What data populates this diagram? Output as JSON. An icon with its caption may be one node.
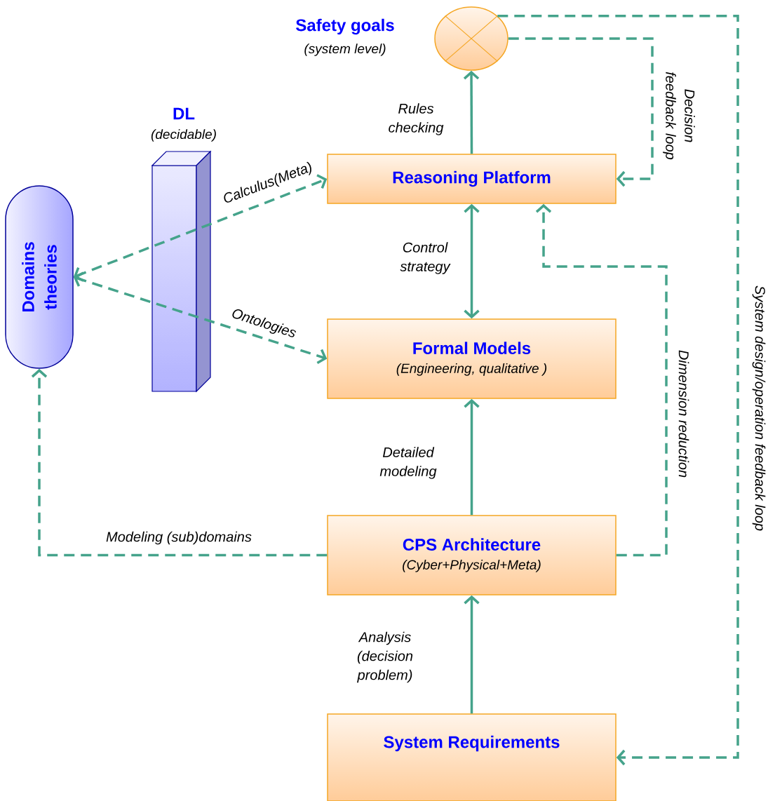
{
  "diagram": {
    "nodes": [
      {
        "text": [
          "Safety goals",
          "(system level)"
        ]
      },
      {
        "text": [
          "Domains theories"
        ]
      },
      {
        "text": [
          "Reasoning Platform"
        ]
      },
      {
        "text": [
          "Formal Models",
          "(Engineering, qualitative )"
        ]
      },
      {
        "text": [
          "CPS Architecture",
          "(Cyber+Physical+Meta)"
        ]
      },
      {
        "text": [
          "System Requirements"
        ]
      }
    ],
    "edges": [
      {
        "from": 2,
        "to": 0,
        "arrow": "to",
        "label": "Rules checking"
      },
      {
        "from": 2,
        "to": 3,
        "arrow": "both",
        "label": "Control strategy"
      },
      {
        "from": 4,
        "to": 3,
        "arrow": "to",
        "label": "Detailed modeling"
      },
      {
        "from": 5,
        "to": 4,
        "arrow": "to",
        "label": "Analysis (decision problem)"
      },
      {
        "from": 1,
        "to": 2,
        "arrow": "both",
        "style": "dashed",
        "label": "Calculus(Meta)"
      },
      {
        "from": 1,
        "to": 3,
        "arrow": "both",
        "style": "dashed",
        "label": "Ontologies"
      },
      {
        "from": 4,
        "to": 1,
        "arrow": "to",
        "style": "dashed",
        "label": "Modeling (sub)domains"
      },
      {
        "from": 4,
        "to": 2,
        "arrow": "to",
        "style": "dashed",
        "label": "Dimension reduction"
      },
      {
        "from": 0,
        "to": 2,
        "arrow": "to",
        "style": "dashed",
        "label": "Decision feedback loop"
      },
      {
        "from": 0,
        "to": 5,
        "arrow": "to",
        "style": "dashed",
        "label": "System design/operation feedback loop"
      }
    ],
    "labels": [
      "DL",
      "(decidable)"
    ]
  }
}
